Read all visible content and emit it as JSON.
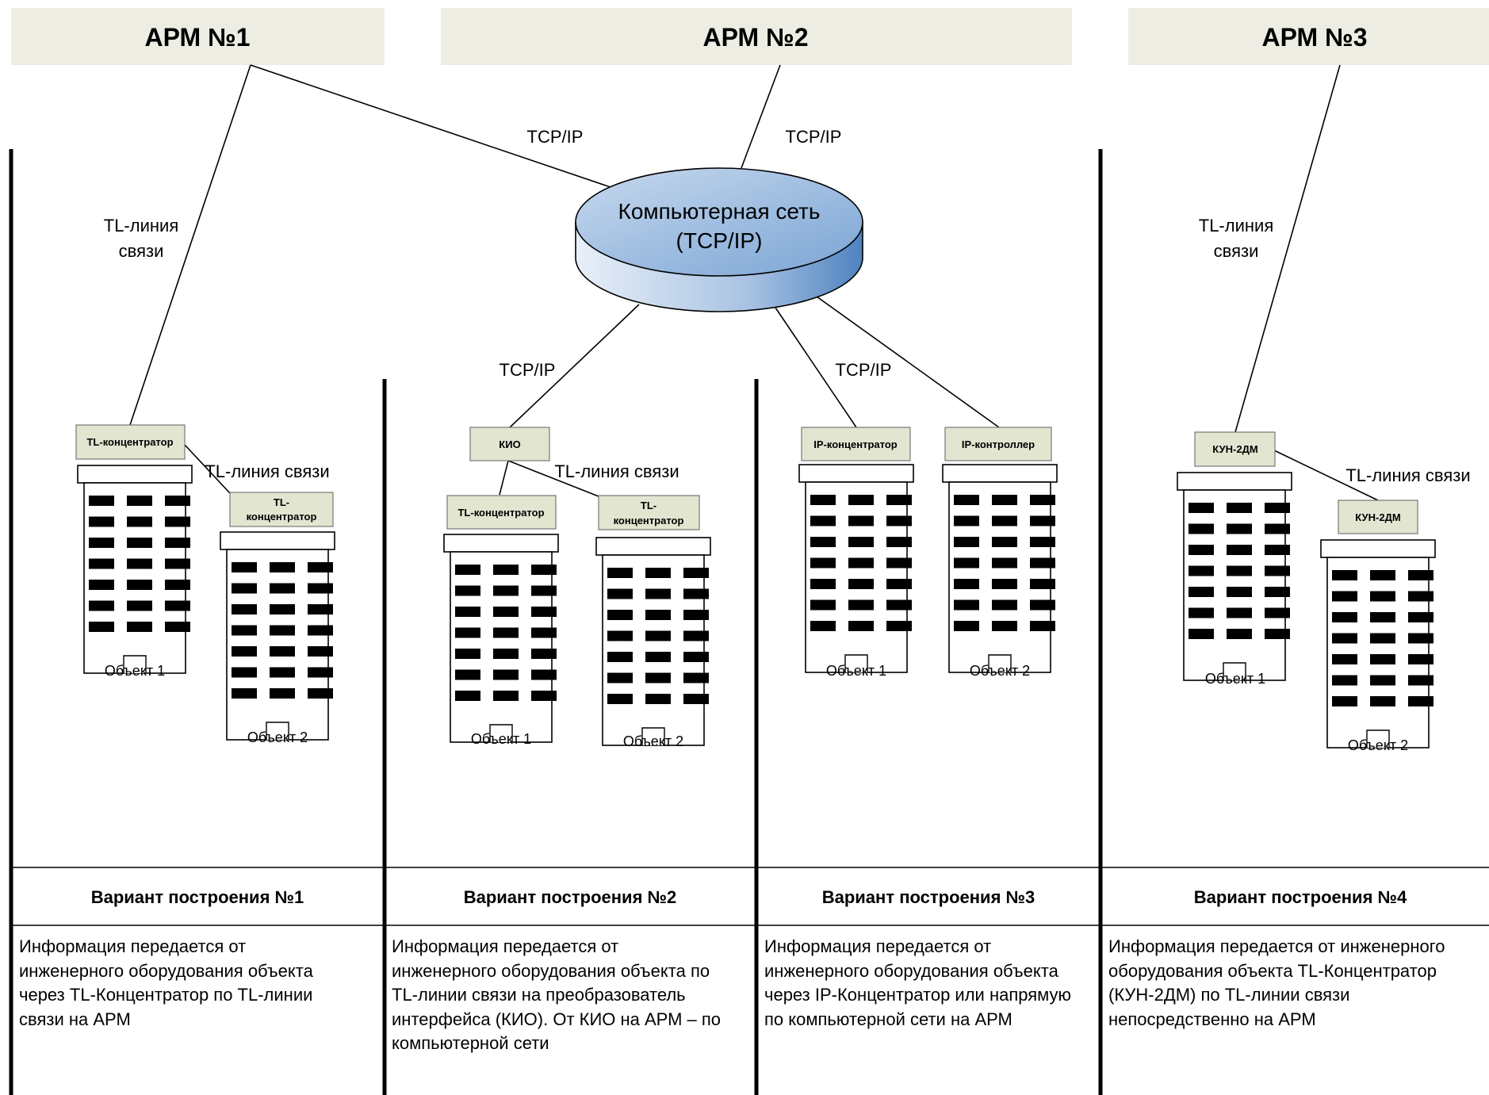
{
  "arms": [
    {
      "label": "АРМ №1"
    },
    {
      "label": "АРМ №2"
    },
    {
      "label": "АРМ №3"
    }
  ],
  "network": {
    "line1": "Компьютерная сеть",
    "line2": "(TCP/IP)"
  },
  "edge_labels": {
    "tcpip": "TCP/IP",
    "tl_line": "TL-линия связи",
    "tl_line_part1": "TL-линия",
    "tl_line_part2": "связи"
  },
  "devices": {
    "tl_hub": "TL-концентратор",
    "tl_hub_part1": "TL-",
    "tl_hub_part2": "концентратор",
    "kio": "КИО",
    "ip_hub": "IP-концентратор",
    "ip_controller": "IP-контроллер",
    "kun": "КУН-2ДМ"
  },
  "objects": {
    "obj1": "Объект 1",
    "obj2": "Объект 2"
  },
  "variants": [
    {
      "title": "Вариант построения №1",
      "lines": [
        "Информация передается от",
        "инженерного оборудования объекта",
        "через TL-Концентратор по TL-линии",
        "связи на АРМ"
      ]
    },
    {
      "title": "Вариант построения №2",
      "lines": [
        "Информация передается от",
        "инженерного оборудования объекта по",
        "TL-линии связи на преобразователь",
        "интерфейса (КИО). От КИО на АРМ – по",
        "компьютерной сети"
      ]
    },
    {
      "title": "Вариант построения №3",
      "lines": [
        "Информация передается от",
        "инженерного оборудования объекта",
        "через IP-Концентратор или напрямую",
        "по компьютерной сети на АРМ"
      ]
    },
    {
      "title": "Вариант построения №4",
      "lines": [
        "Информация передается от инженерного",
        "оборудования объекта TL-Концентратор",
        "(КУН-2ДМ) по TL-линии связи",
        "непосредственно на АРМ"
      ]
    }
  ],
  "colors": {
    "arm_header": "#eeede4",
    "device_box": "#e2e5d0",
    "cloud_light": "#e4ecf6",
    "cloud_dark": "#5f8fc6"
  }
}
